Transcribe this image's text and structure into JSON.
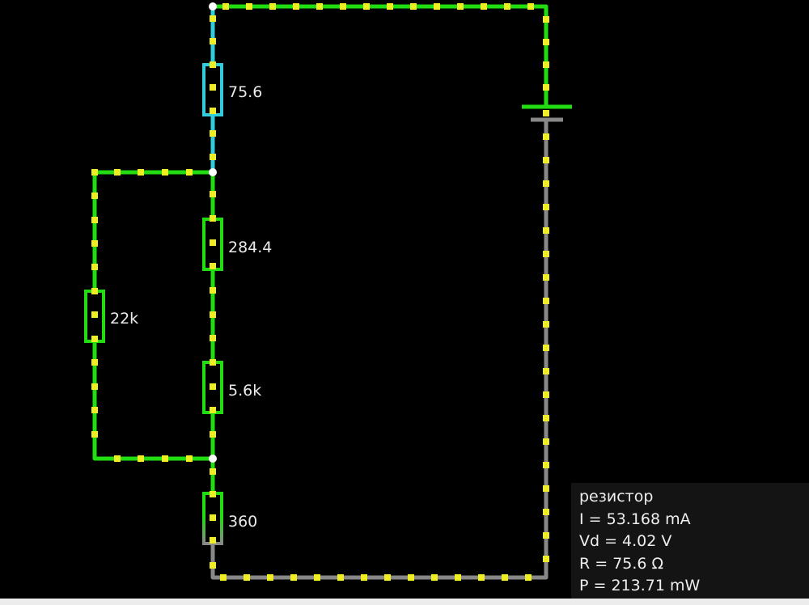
{
  "colors": {
    "background": "#000000",
    "wire_active": "#22dd11",
    "wire_selected": "#33ccdd",
    "wire_ground": "#888888",
    "current_dot": "#eeee22",
    "junction": "#ffffff",
    "label": "#eaeaea",
    "panel_bg": "#141414"
  },
  "circuit": {
    "components": [
      {
        "type": "resistor",
        "id": "r1",
        "label": "75.6",
        "selected": true
      },
      {
        "type": "resistor",
        "id": "r2",
        "label": "284.4"
      },
      {
        "type": "resistor",
        "id": "r3",
        "label": "5.6k"
      },
      {
        "type": "resistor",
        "id": "r4",
        "label": "22k"
      },
      {
        "type": "resistor",
        "id": "r5",
        "label": "360"
      },
      {
        "type": "battery",
        "id": "b1"
      }
    ]
  },
  "info_panel": {
    "title": "резистор",
    "current": "I = 53.168 mA",
    "voltage_drop": "Vd = 4.02 V",
    "resistance": "R = 75.6 Ω",
    "power": "P = 213.71 mW"
  }
}
